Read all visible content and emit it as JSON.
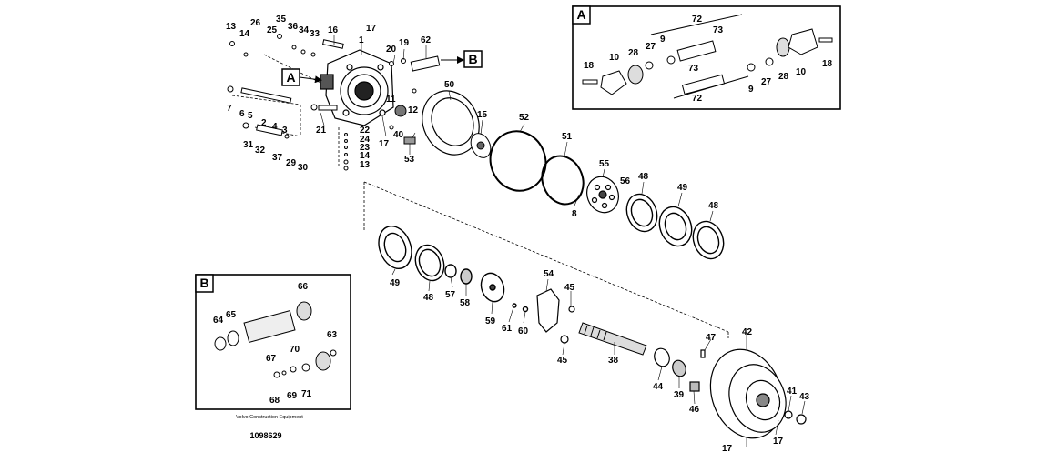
{
  "labels": {
    "n1": "1",
    "n2": "2",
    "n3": "3",
    "n4": "4",
    "n5": "5",
    "n6": "6",
    "n7": "7",
    "n8": "8",
    "n11": "11",
    "n12": "12",
    "n13": "13",
    "n14": "14",
    "n15": "15",
    "n16": "16",
    "n17": "17",
    "n19": "19",
    "n20": "20",
    "n21": "21",
    "n22": "22",
    "n23": "23",
    "n24": "24",
    "n25": "25",
    "n26": "26",
    "n29": "29",
    "n30": "30",
    "n31": "31",
    "n32": "32",
    "n33": "33",
    "n34": "34",
    "n35": "35",
    "n36": "36",
    "n37": "37",
    "n38": "38",
    "n39": "39",
    "n40": "40",
    "n41": "41",
    "n42": "42",
    "n43": "43",
    "n44": "44",
    "n45": "45",
    "n46": "46",
    "n47": "47",
    "n48": "48",
    "n49": "49",
    "n50": "50",
    "n51": "51",
    "n52": "52",
    "n53": "53",
    "n54": "54",
    "n55": "55",
    "n56": "56",
    "n57": "57",
    "n58": "58",
    "n59": "59",
    "n60": "60",
    "n61": "61",
    "n62": "62",
    "n63": "63",
    "n64": "64",
    "n65": "65",
    "n66": "66",
    "n67": "67",
    "n68": "68",
    "n69": "69",
    "n70": "70",
    "n71": "71",
    "n9": "9",
    "n10": "10",
    "n18": "18",
    "n27": "27",
    "n28": "28",
    "n72": "72",
    "n73": "73"
  },
  "callouts": {
    "a": "A",
    "b": "B"
  },
  "insets": {
    "a_title": "A",
    "b_title": "B"
  },
  "footer": {
    "caption": "Volvo Construction Equipment",
    "number": "1098629"
  },
  "colors": {
    "ink": "#000000",
    "paper": "#ffffff"
  }
}
